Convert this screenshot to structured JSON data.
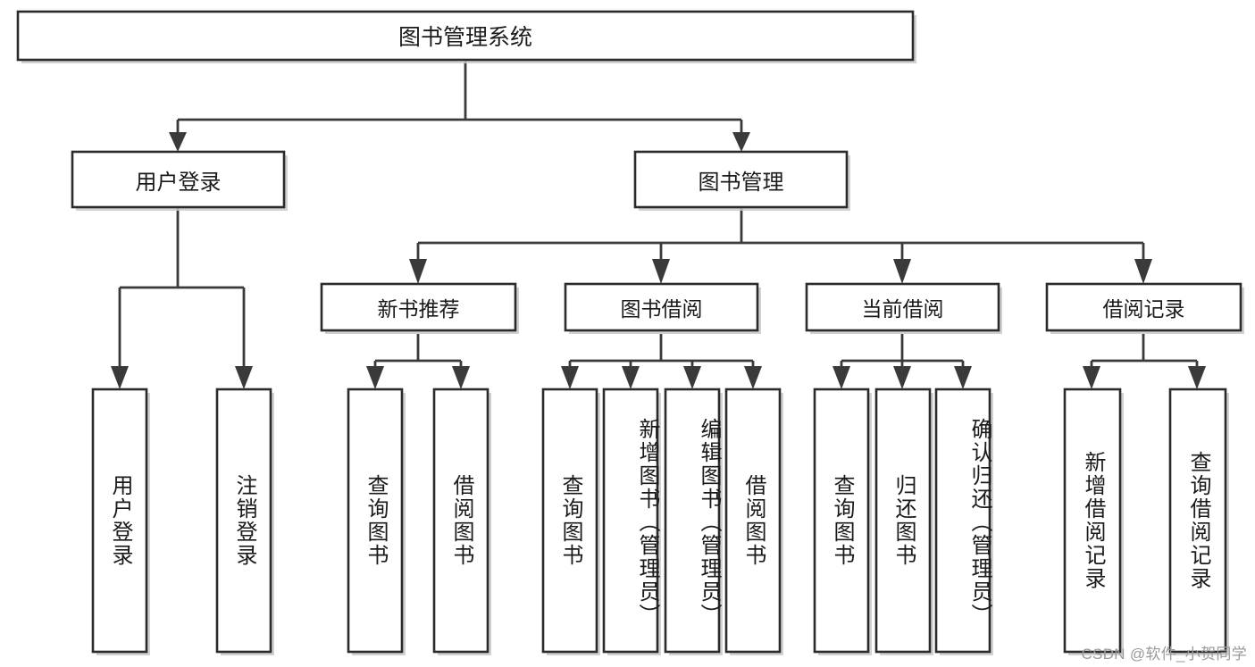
{
  "diagram": {
    "title_node": {
      "label": "图书管理系统"
    },
    "level2": [
      {
        "id": "user-login",
        "label": "用户登录"
      },
      {
        "id": "book-management",
        "label": "图书管理"
      }
    ],
    "level3": [
      {
        "id": "new-book-recommend",
        "label": "新书推荐"
      },
      {
        "id": "book-borrow",
        "label": "图书借阅"
      },
      {
        "id": "current-borrow",
        "label": "当前借阅"
      },
      {
        "id": "borrow-record",
        "label": "借阅记录"
      }
    ],
    "leaves": {
      "user_login": [
        {
          "id": "leaf-user-login",
          "label": "用户登录"
        },
        {
          "id": "leaf-logout-login",
          "label": "注销登录"
        }
      ],
      "new_book_recommend": [
        {
          "id": "leaf-query-book-1",
          "label": "查询图书"
        },
        {
          "id": "leaf-borrow-book-1",
          "label": "借阅图书"
        }
      ],
      "book_borrow": [
        {
          "id": "leaf-query-book-2",
          "label": "查询图书"
        },
        {
          "id": "leaf-add-book",
          "label": "新增图书（管理员）"
        },
        {
          "id": "leaf-edit-book",
          "label": "编辑图书（管理员）"
        },
        {
          "id": "leaf-borrow-book-2",
          "label": "借阅图书"
        }
      ],
      "current_borrow": [
        {
          "id": "leaf-query-book-3",
          "label": "查询图书"
        },
        {
          "id": "leaf-return-book",
          "label": "归还图书"
        },
        {
          "id": "leaf-confirm-return",
          "label": "确认归还（管理员）"
        }
      ],
      "borrow_record": [
        {
          "id": "leaf-add-record",
          "label": "新增借阅记录"
        },
        {
          "id": "leaf-query-record",
          "label": "查询借阅记录"
        }
      ]
    }
  },
  "watermark": {
    "text": "CSDN @软件_小贺同学"
  },
  "colors": {
    "box_stroke": "#2b2b2b",
    "connector": "#3a3a3a",
    "background": "#ffffff",
    "text": "#1a1a1a",
    "watermark": "#9a9a9a"
  }
}
